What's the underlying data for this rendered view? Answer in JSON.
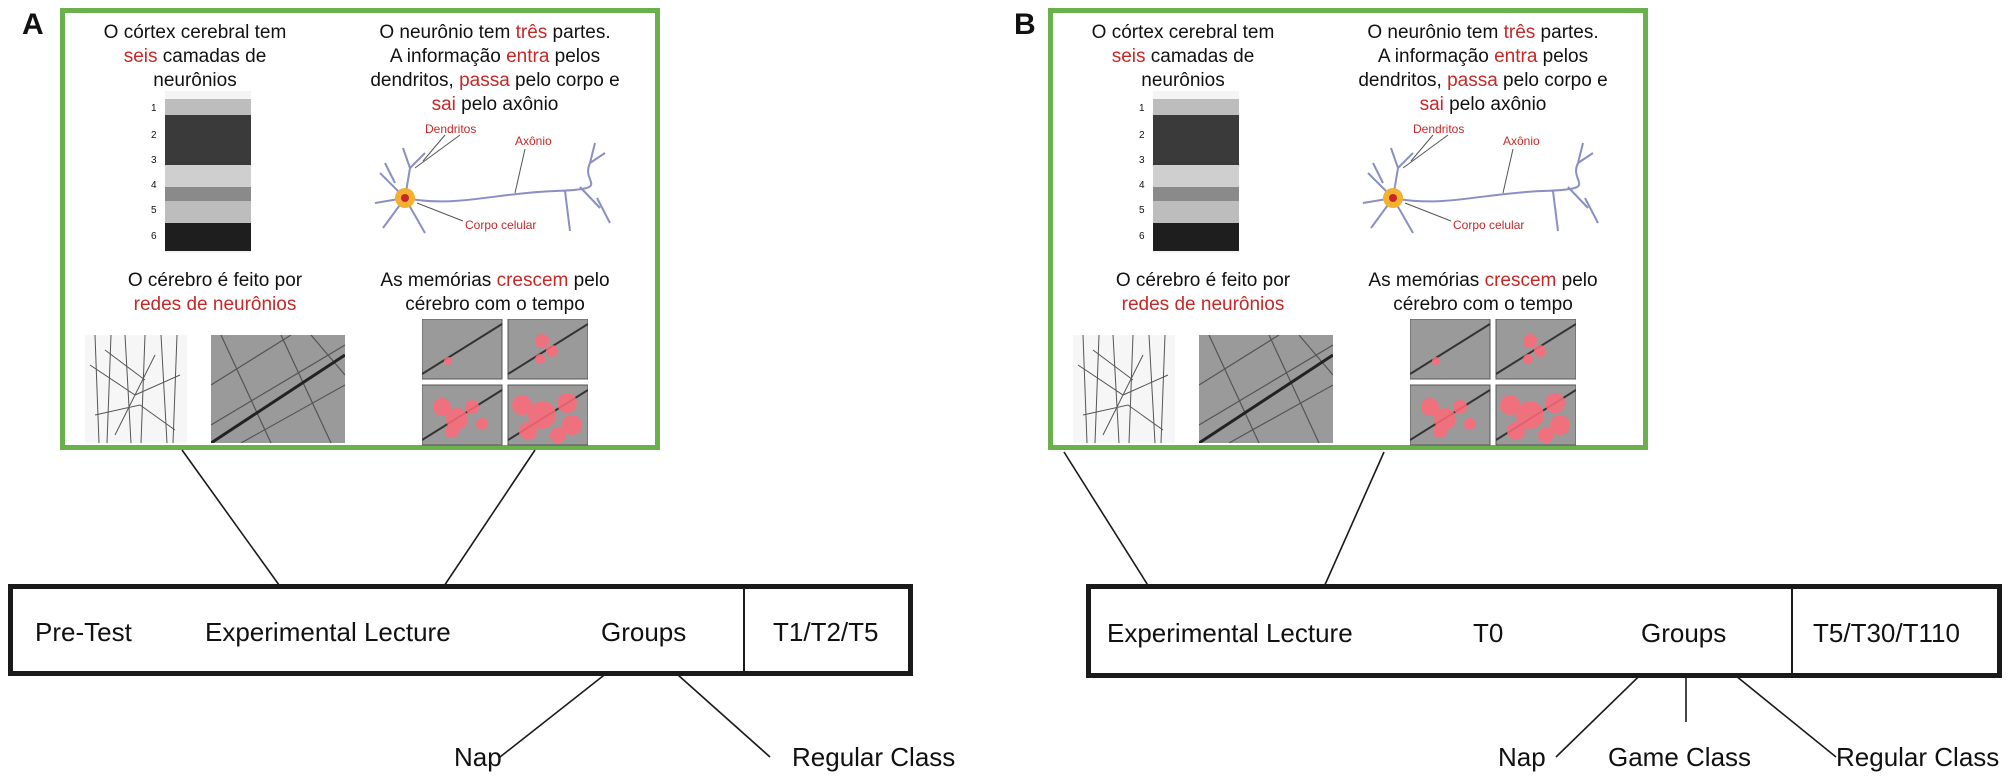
{
  "panels": [
    {
      "letter": "A",
      "lesson": {
        "cortex_caption": [
          "O córtex cerebral tem",
          "seis",
          " camadas de",
          "neurônios"
        ],
        "layer_numbers": [
          "1",
          "2",
          "3",
          "4",
          "5",
          "6"
        ],
        "neuron_caption": [
          "O neurônio tem ",
          "três",
          " partes.",
          "A informação ",
          "entra",
          " pelos",
          "dendritos, ",
          "passa",
          " pelo corpo e",
          "sai",
          " pelo axônio"
        ],
        "neuron_labels": {
          "dendrites": "Dendritos",
          "axon": "Axônio",
          "cell_body": "Corpo celular"
        },
        "network_caption": [
          "O cérebro é feito por",
          "redes de neurônios"
        ],
        "memory_caption": [
          "As memórias ",
          "crescem",
          " pelo",
          "cérebro com o tempo"
        ]
      },
      "timeline": {
        "items": [
          "Pre-Test",
          "Experimental Lecture",
          "Groups",
          "T1/T2/T5"
        ],
        "branches": [
          "Nap",
          "Regular Class"
        ]
      }
    },
    {
      "letter": "B",
      "lesson": {
        "cortex_caption": [
          "O córtex cerebral tem",
          "seis",
          " camadas de",
          "neurônios"
        ],
        "layer_numbers": [
          "1",
          "2",
          "3",
          "4",
          "5",
          "6"
        ],
        "neuron_caption": [
          "O neurônio tem ",
          "três",
          " partes.",
          "A informação ",
          "entra",
          " pelos",
          "dendritos, ",
          "passa",
          " pelo corpo e",
          "sai",
          " pelo axônio"
        ],
        "neuron_labels": {
          "dendrites": "Dendritos",
          "axon": "Axônio",
          "cell_body": "Corpo celular"
        },
        "network_caption": [
          "O cérebro é feito por",
          "redes de neurônios"
        ],
        "memory_caption": [
          "As memórias ",
          "crescem",
          " pelo",
          "cérebro com o tempo"
        ]
      },
      "timeline": {
        "items": [
          "Experimental Lecture",
          "T0",
          "Groups",
          "T5/T30/T110"
        ],
        "branches": [
          "Nap",
          "Game Class",
          "Regular Class"
        ]
      }
    }
  ],
  "colors": {
    "frame_green": "#6ab04c",
    "highlight_red": "#c62828",
    "memory_pink": "#ff6b7a",
    "neuron_blue": "#8a8fc4"
  }
}
